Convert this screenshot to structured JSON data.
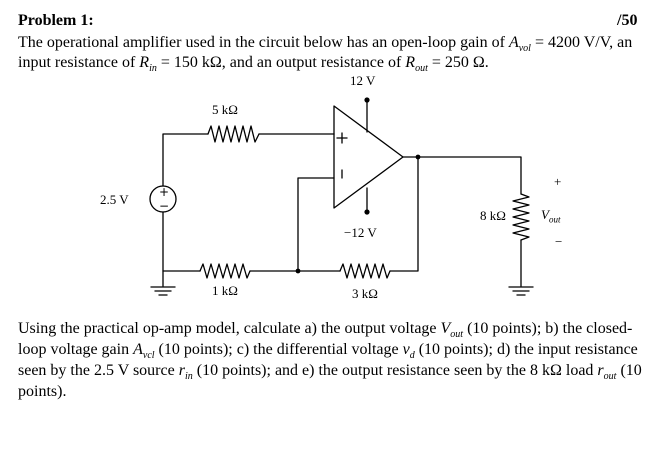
{
  "heading": {
    "title": "Problem 1:",
    "points": "/50"
  },
  "intro": {
    "p1": "The operational amplifier used in the circuit below has an open-loop gain of ",
    "avol_sym": "A",
    "avol_sub": "vol",
    "p2": " = 4200 V/V, an input resistance of ",
    "rin_sym": "R",
    "rin_sub": "in",
    "p3": " = 150 kΩ, and an output resistance of ",
    "rout_sym": "R",
    "rout_sub": "out",
    "p4": " = 250 Ω."
  },
  "circuit": {
    "supply_pos": "12 V",
    "supply_neg": "−12 V",
    "source_voltage": "2.5 V",
    "source_plus": "+",
    "source_minus": "−",
    "r_input": "5 kΩ",
    "r_ground": "1 kΩ",
    "r_feedback": "3 kΩ",
    "r_load": "8 kΩ",
    "opamp_plus": "+",
    "opamp_minus": "−",
    "vout_plus": "+",
    "vout_minus": "−",
    "vout_sym": "V",
    "vout_sub": "out"
  },
  "task": {
    "t1": "Using the practical op-amp model, calculate a) the output voltage ",
    "vout_sym": "V",
    "vout_sub": "out",
    "t2": " (10 points); b) the closed-loop voltage gain ",
    "avcl_sym": "A",
    "avcl_sub": "vcl",
    "t3": " (10 points); c) the differential voltage ",
    "vd_sym": "v",
    "vd_sub": "d",
    "t4": " (10 points); d) the input resistance seen by the 2.5 V source ",
    "rin_sym": "r",
    "rin_sub": "in",
    "t5": " (10 points); and e) the output resistance seen by the 8 kΩ load ",
    "rout_sym": "r",
    "rout_sub": "out",
    "t6": " (10 points)."
  }
}
